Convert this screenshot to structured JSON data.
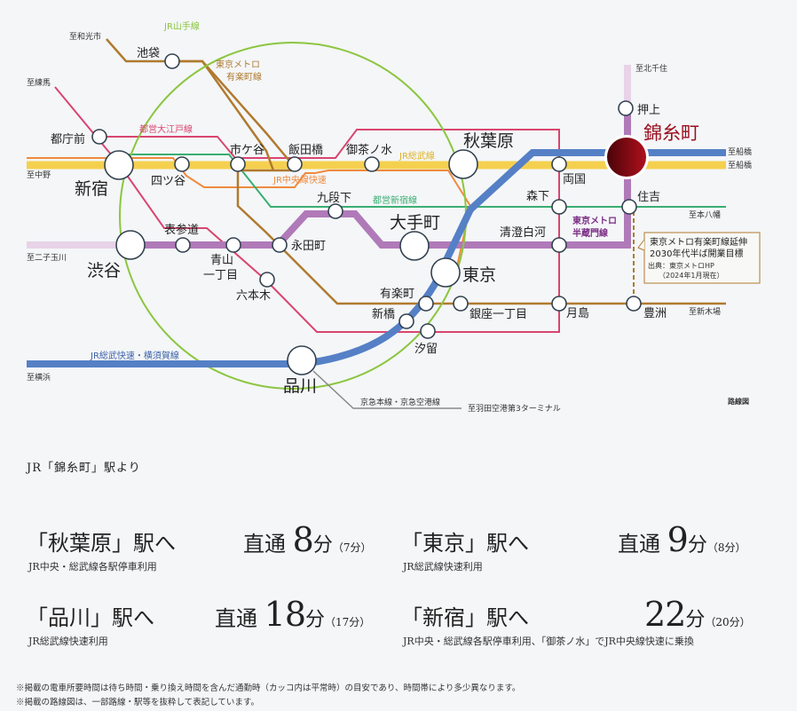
{
  "map": {
    "title_label": "路線図",
    "highlight_station": "錦糸町",
    "colors": {
      "yamanote": "#8cc63f",
      "sobu": "#f5d04f",
      "chuo_rapid": "#ef8a3e",
      "oedo": "#d9456f",
      "shinjuku": "#3aae72",
      "yurakucho": "#b07a2e",
      "hanzomon": "#b07ab8",
      "sobu_rapid": "#5580c6",
      "keikyu": "#8a8a8a",
      "highlight_station": "#9a0f1e"
    },
    "lines": {
      "yamanote": "JR山手線",
      "yurakucho": "東京メトロ\n有楽町線",
      "oedo": "都営大江戸線",
      "chuo_rapid": "JR中央線快速",
      "sobu": "JR総武線",
      "shinjuku": "都営新宿線",
      "hanzomon_1": "東京メトロ",
      "hanzomon_2": "半蔵門線",
      "sobu_rapid": "JR総武快速・横須賀線",
      "keikyu": "京急本線・京急空港線"
    },
    "destinations": {
      "wakoshi": "至和光市",
      "nerima": "至練馬",
      "nakano": "至中野",
      "futakotamagawa": "至二子玉川",
      "yokohama": "至横浜",
      "kitasenju": "至北千住",
      "funabashi_1": "至船橋",
      "funabashi_2": "至船橋",
      "motoyawata": "至本八幡",
      "shinkiba": "至新木場",
      "haneda": "至羽田空港第3ターミナル"
    },
    "stations": {
      "ikebukuro": "池袋",
      "tochomae": "都庁前",
      "shinjuku": "新宿",
      "yotsuya": "四ツ谷",
      "ichigaya": "市ケ谷",
      "iidabashi": "飯田橋",
      "ochanomizu": "御茶ノ水",
      "akihabara": "秋葉原",
      "kudanshita": "九段下",
      "otemachi": "大手町",
      "shibuya": "渋谷",
      "omotesando": "表参道",
      "aoyama_1": "青山",
      "aoyama_2": "一丁目",
      "roppongi": "六本木",
      "nagatacho": "永田町",
      "tokyo": "東京",
      "yurakucho": "有楽町",
      "shimbashi": "新橋",
      "shiodome": "汐留",
      "ginza1": "銀座一丁目",
      "shinagawa": "品川",
      "oshiage": "押上",
      "kinshicho": "錦糸町",
      "ryogoku": "両国",
      "morishita": "森下",
      "kiyosumi": "清澄白河",
      "sumiyoshi": "住吉",
      "tsukishima": "月島",
      "toyosu": "豊洲"
    },
    "callout": {
      "line1": "東京メトロ有楽町線延伸",
      "line2": "2030年代半ば開業目標",
      "line3": "出典：東京メトロHP",
      "line4": "（2024年1月現在）"
    }
  },
  "origin": "JR「錦糸町」駅より",
  "routes": [
    {
      "name": "「秋葉原」駅へ",
      "prefix": "直通 ",
      "minutes": "8",
      "unit": "分",
      "normal": "（7分）",
      "note": "JR中央・総武線各駅停車利用"
    },
    {
      "name": "「東京」駅へ",
      "prefix": "直通 ",
      "minutes": "9",
      "unit": "分",
      "normal": "（8分）",
      "note": "JR総武線快速利用"
    },
    {
      "name": "「品川」駅へ",
      "prefix": "直通 ",
      "minutes": "18",
      "unit": "分",
      "normal": "（17分）",
      "note": "JR総武線快速利用"
    },
    {
      "name": "「新宿」駅へ",
      "prefix": "",
      "minutes": "22",
      "unit": "分",
      "normal": "（20分）",
      "note": "JR中央・総武線各駅停車利用、「御茶ノ水」でJR中央線快速に乗換"
    }
  ],
  "footnotes": [
    "※掲載の電車所要時間は待ち時間・乗り換え時間を含んだ通勤時（カッコ内は平常時）の目安であり、時間帯により多少異なります。",
    "※掲載の路線図は、一部路線・駅等を抜粋して表記しています。"
  ]
}
